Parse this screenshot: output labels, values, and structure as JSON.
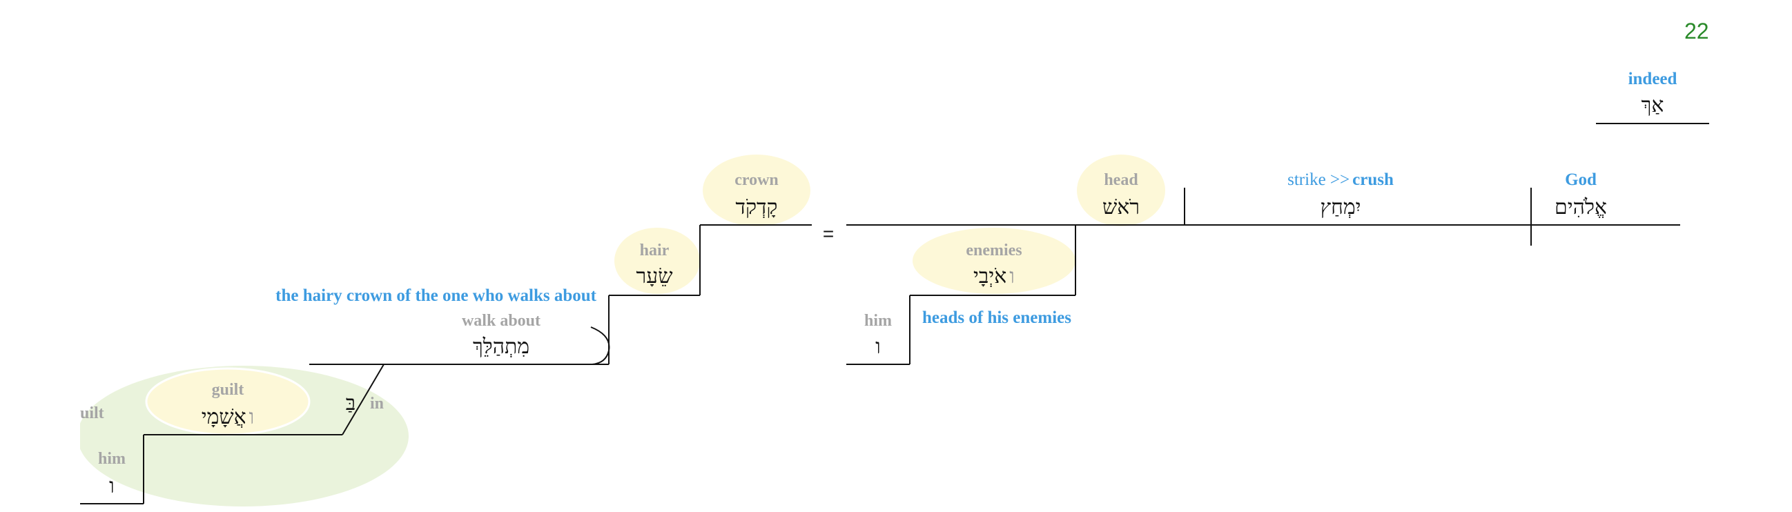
{
  "verse_number": "22",
  "colors": {
    "green_region": "#eaf3dc",
    "yellow_highlight": "#fdf8d8",
    "gloss_gray": "#a5a5a5",
    "note_blue": "#3d9be0",
    "verse_green": "#2a8a2a"
  },
  "words": {
    "af": {
      "heb": "אַךְ",
      "gloss": "indeed"
    },
    "elohim": {
      "heb": "אֱלֹהִים",
      "gloss": "God"
    },
    "yimchats": {
      "heb": "יִמְחַץ",
      "gloss_a": "strike >>",
      "gloss_b": "crush"
    },
    "rosh": {
      "heb": "רֹאשׁ",
      "gloss": "head"
    },
    "oyvav": {
      "heb": "אֹיְבָי",
      "suffix": "ו",
      "gloss": "enemies"
    },
    "vav_him": {
      "heb": "ו",
      "gloss": "him"
    },
    "equals": "=",
    "qodqod": {
      "heb": "קָדְקֹד",
      "gloss": "crown"
    },
    "sear": {
      "heb": "שֵׂעָר",
      "gloss": "hair"
    },
    "mithallekh": {
      "heb": "מִתְהַלֵּךְ",
      "gloss": "walk about"
    },
    "be": {
      "heb": "בַּ",
      "gloss": "in"
    },
    "ashamav": {
      "heb": "אֲשָׁמָי",
      "suffix": "ו",
      "gloss": "guilt"
    },
    "vav_him2": {
      "heb": "ו",
      "gloss": "him"
    },
    "cut_gloss": "uilt"
  },
  "notes": {
    "heads": "heads of his enemies",
    "hairy_crown": "the hairy crown of the one who walks about"
  }
}
